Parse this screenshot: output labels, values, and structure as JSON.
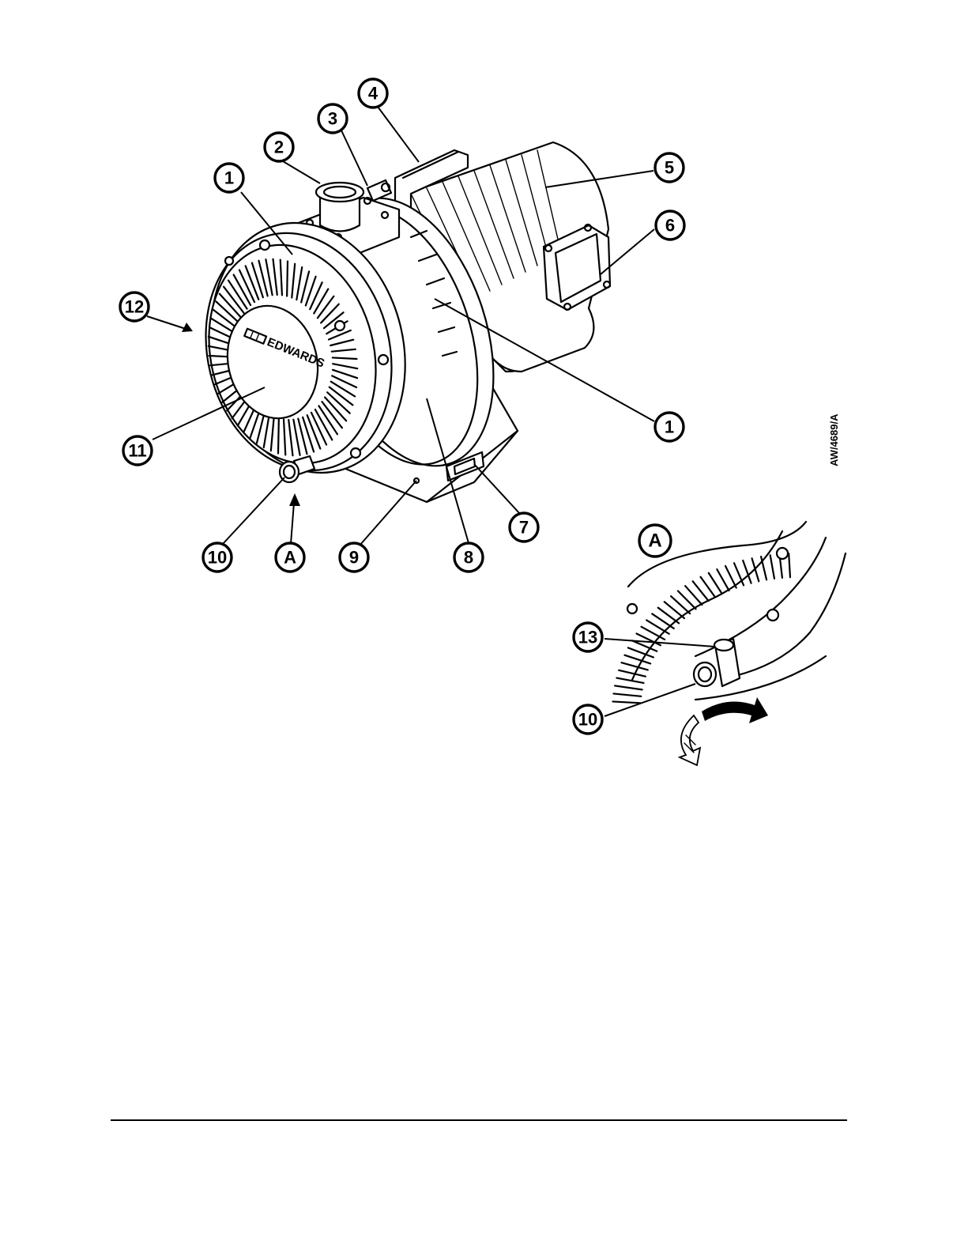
{
  "figure_reference": "AW/4689/A",
  "brand_label": "EDWARDS",
  "detail_view_label": "A",
  "callouts": {
    "c1a": "1",
    "c1b": "1",
    "c2": "2",
    "c3": "3",
    "c4": "4",
    "c5": "5",
    "c6": "6",
    "c7": "7",
    "c8": "8",
    "c9": "9",
    "c10a": "10",
    "c10b": "10",
    "c11": "11",
    "c12": "12",
    "c13": "13",
    "cA": "A"
  }
}
